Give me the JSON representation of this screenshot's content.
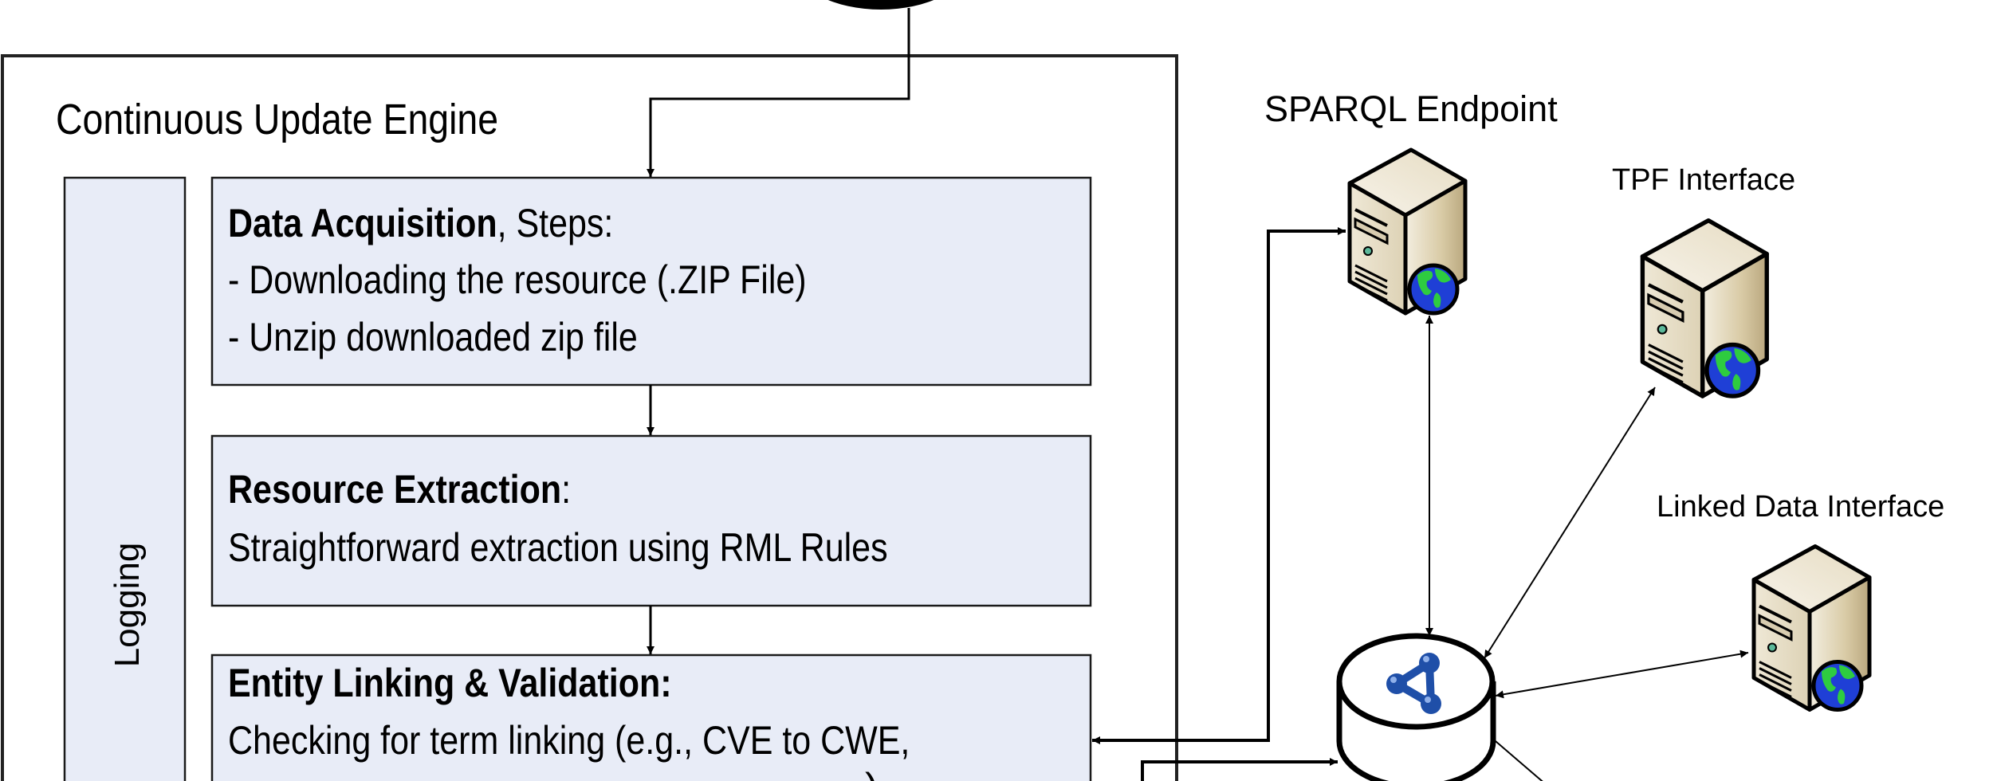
{
  "engine": {
    "title": "Continuous Update Engine",
    "logging_label": "Logging",
    "steps": [
      {
        "title_bold": "Data Acquisition",
        "title_rest": ", Steps:",
        "lines": [
          "- Downloading the resource (.ZIP File)",
          "- Unzip downloaded zip file"
        ]
      },
      {
        "title_bold": "Resource Extraction",
        "title_rest": ":",
        "lines": [
          "Straightforward extraction using RML Rules"
        ]
      },
      {
        "title_bold": "Entity Linking & Validation:",
        "title_rest": "",
        "lines": [
          "Checking for term linking (e.g., CVE to CWE,"
        ]
      }
    ]
  },
  "interfaces": {
    "sparql": {
      "label": "SPARQL Endpoint",
      "icon": "web-server-icon"
    },
    "tpf": {
      "label": "TPF Interface",
      "icon": "web-server-icon"
    },
    "linked_data": {
      "label": "Linked Data Interface",
      "icon": "web-server-icon"
    }
  },
  "store": {
    "icon": "rdf-graph-database-icon"
  },
  "colors": {
    "step_fill": "#e8ecf7",
    "globe_blue": "#1f3fd6",
    "globe_green": "#2ecc40",
    "graph_blue": "#1f4fa8",
    "server_beige": "#e6dcc2"
  }
}
